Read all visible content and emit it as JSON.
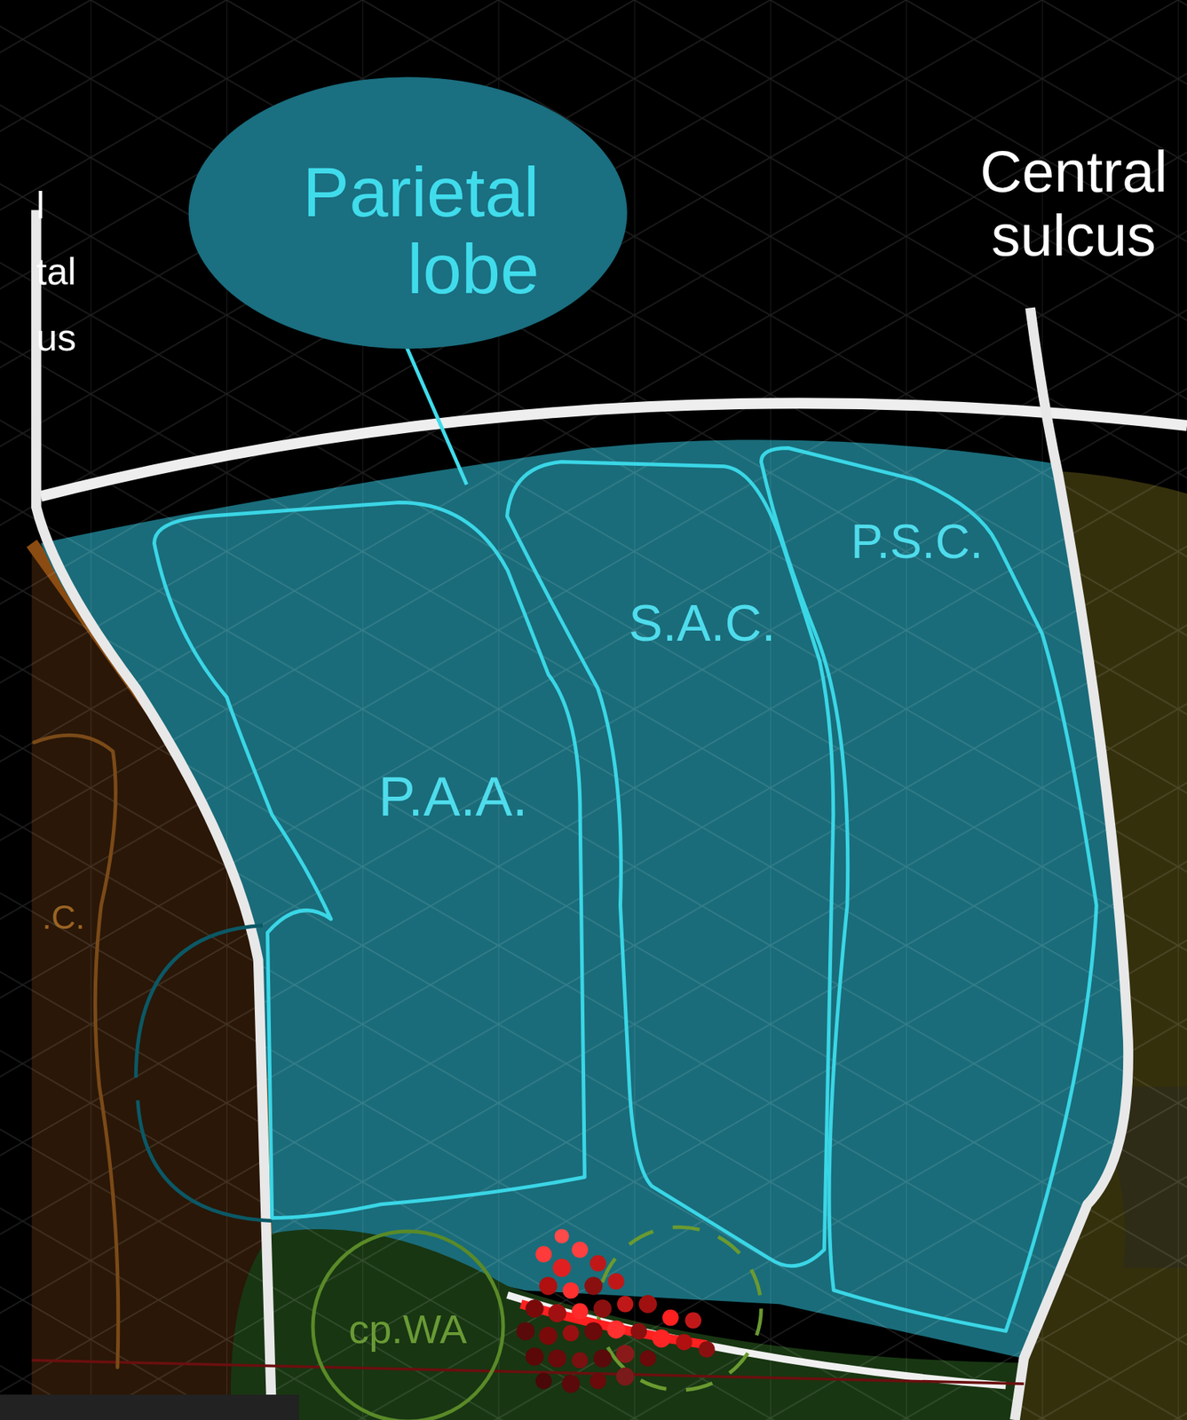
{
  "diagram": {
    "nodes": [
      {
        "text": [
          "Parietal lobe"
        ]
      },
      {
        "text": [
          "P.A.A."
        ]
      },
      {
        "text": [
          "S.A.C."
        ]
      },
      {
        "text": [
          "P.S.C."
        ]
      },
      {
        "text": [
          "cp.WA"
        ]
      },
      {
        "text": [
          ".C."
        ]
      }
    ],
    "labels": [
      "Central sulcus",
      "l tal us"
    ]
  }
}
